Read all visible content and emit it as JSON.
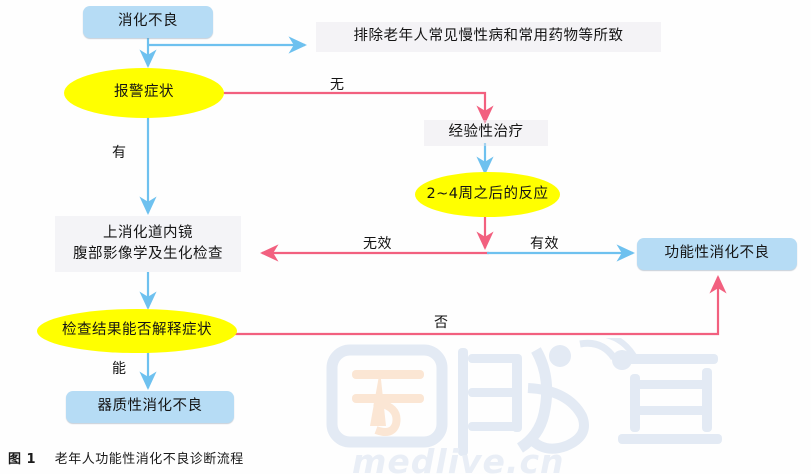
{
  "figure": {
    "caption_label": "图 1",
    "caption_text": "老年人功能性消化不良诊断流程"
  },
  "watermark": {
    "logo_text": "医脉通",
    "site_text": "medlive.cn"
  },
  "colors": {
    "box_fill": "#b6dcf5",
    "ellipse_fill": "#ffff00",
    "blue_edge": "#6ec1ef",
    "red_edge": "#f2607f",
    "plain_fill": "#e8e6ee"
  },
  "nodes": {
    "dyspepsia": {
      "label": "消化不良",
      "shape": "box"
    },
    "exclude_note": {
      "label": "排除老年人常见慢性病和常用药物等所致",
      "shape": "plain"
    },
    "alarm_symptoms": {
      "label": "报警症状",
      "shape": "ellipse"
    },
    "empiric_therapy": {
      "label": "经验性治疗",
      "shape": "plain"
    },
    "response_2_4_weeks": {
      "label": "2~4周之后的反应",
      "shape": "ellipse"
    },
    "endoscopy_line1": {
      "label": "上消化道内镜"
    },
    "endoscopy_line2": {
      "label": "腹部影像学及生化检查"
    },
    "functional_dyspepsia": {
      "label": "功能性消化不良",
      "shape": "box"
    },
    "results_explain": {
      "label": "检查结果能否解释症状",
      "shape": "ellipse"
    },
    "organic_dyspepsia": {
      "label": "器质性消化不良",
      "shape": "box"
    }
  },
  "edge_labels": {
    "none": "无",
    "have": "有",
    "ineffective": "无效",
    "effective": "有效",
    "can": "能",
    "cannot": "否"
  }
}
